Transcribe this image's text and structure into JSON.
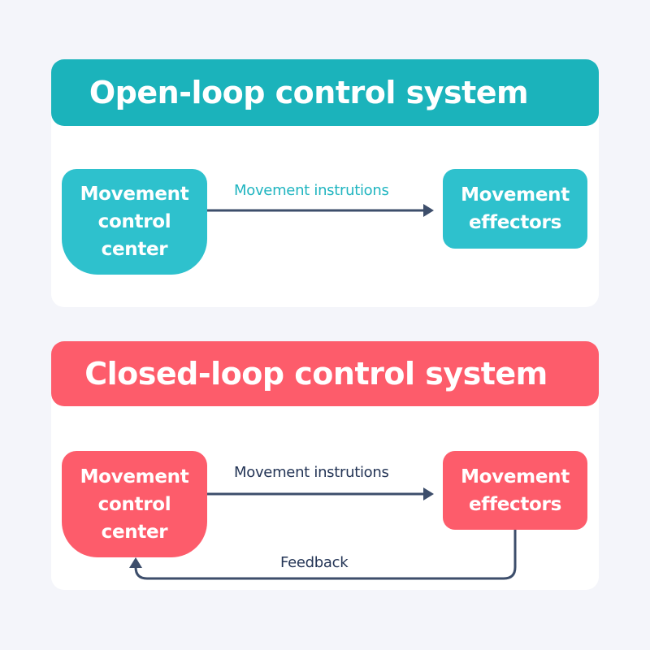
{
  "colors": {
    "background": "#f4f5fa",
    "panel": "#ffffff",
    "open_header": "#1bb3bb",
    "open_box": "#2ec1cd",
    "closed_header": "#fd5c6b",
    "closed_box": "#fd5c6b",
    "arrow": "#3d4e6b",
    "dark_text": "#243556",
    "teal_text": "#20b5c0"
  },
  "open_loop": {
    "title": "Open-loop control system",
    "control_center": "Movement\ncontrol\ncenter",
    "effectors": "Movement\neffectors",
    "instructions_label": "Movement instrutions"
  },
  "closed_loop": {
    "title": "Closed-loop control system",
    "control_center": "Movement\ncontrol\ncenter",
    "effectors": "Movement\neffectors",
    "instructions_label": "Movement instrutions",
    "feedback_label": "Feedback"
  }
}
